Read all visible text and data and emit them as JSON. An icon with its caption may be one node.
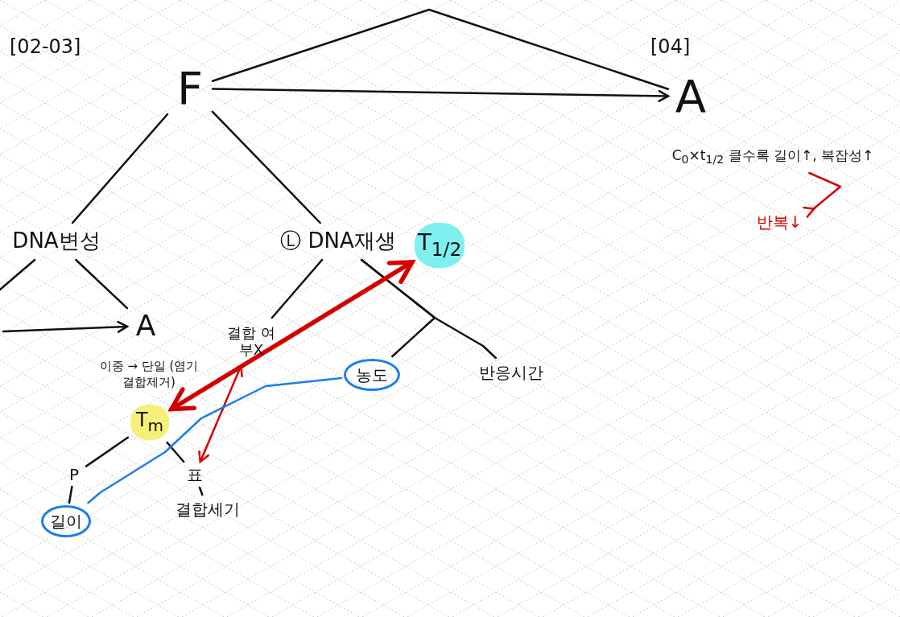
{
  "diagram": {
    "nodes": [
      {
        "text": [
          "F"
        ]
      },
      {
        "text": [
          "A"
        ]
      },
      {
        "text": [
          "C$_{0}$×t$_{1/2}$ 클수록 길이↑, 복잡성↑"
        ]
      },
      {
        "text": [
          "반복↓"
        ]
      },
      {
        "text": [
          "DNA변성"
        ]
      },
      {
        "text": [
          "Ⓛ DNA재생"
        ]
      },
      {
        "text": [
          "T$_{1/2}$"
        ]
      },
      {
        "text": [
          "A"
        ],
        "beside": [
          "이중 → 단일 (염기결합제거)"
        ]
      },
      {
        "text": [
          "T$_{m}$"
        ]
      },
      {
        "text": [
          "P"
        ]
      },
      {
        "text": [
          "길이"
        ]
      },
      {
        "text": [
          "표"
        ]
      },
      {
        "text": [
          "결합세기"
        ]
      },
      {
        "text": [
          "결합 여부X"
        ]
      },
      {
        "text": [
          "농도"
        ]
      },
      {
        "text": [
          "반응시간"
        ]
      }
    ],
    "edges": [
      {
        "from": 0,
        "to": 1,
        "arrow": "none"
      },
      {
        "from": 0,
        "to": 1,
        "arrow": "to"
      },
      {
        "from": 2,
        "to": 3,
        "arrow": "to",
        "color": "#d40000"
      },
      {
        "from": 0,
        "to": 4,
        "arrow": "none"
      },
      {
        "from": 0,
        "to": 5,
        "arrow": "none"
      },
      {
        "from": 4,
        "to": null,
        "arrow": "none"
      },
      {
        "from": 4,
        "to": 7,
        "arrow": "none"
      },
      {
        "from": null,
        "to": 7,
        "arrow": "to"
      },
      {
        "from": 8,
        "to": 9,
        "arrow": "none"
      },
      {
        "from": 9,
        "to": 10,
        "arrow": "none"
      },
      {
        "from": 8,
        "to": 11,
        "arrow": "none"
      },
      {
        "from": 11,
        "to": 12,
        "arrow": "none"
      },
      {
        "from": 5,
        "to": 13,
        "arrow": "none"
      },
      {
        "from": 5,
        "to": 14,
        "arrow": "none"
      },
      {
        "from": 5,
        "to": 15,
        "arrow": "none"
      },
      {
        "from": 6,
        "to": 8,
        "arrow": "both",
        "style": "thick",
        "color": "#d40000"
      },
      {
        "from": 13,
        "to": 11,
        "arrow": "both",
        "color": "#d40000"
      },
      {
        "from": 14,
        "to": 10,
        "arrow": "none",
        "color": "#1a7fe8"
      }
    ],
    "labels": [
      "[02-03]",
      "[04]"
    ]
  }
}
